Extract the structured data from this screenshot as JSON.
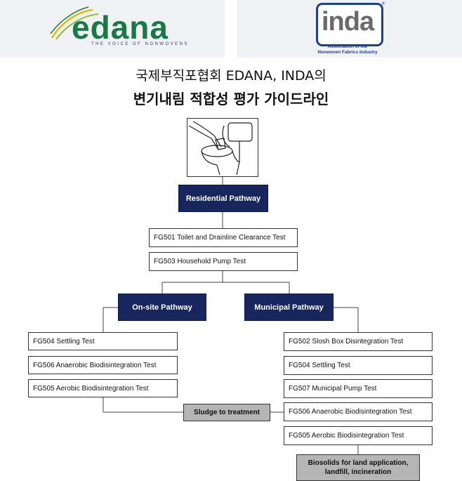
{
  "logos": {
    "edana": {
      "name": "edana",
      "tagline": "THE VOICE OF NONWOVENS",
      "color": "#1a7a45"
    },
    "inda": {
      "name": "inda",
      "registered_mark": "®",
      "subtitle_line1": "Association of the",
      "subtitle_line2": "Nonwoven Fabrics Industry",
      "color": "#1e3f8a"
    }
  },
  "title": {
    "line1": "국제부직포협회 EDANA, INDA의",
    "line2": "변기내림 적합성 평가 가이드라인"
  },
  "flowchart": {
    "residential": "Residential Pathway",
    "residential_tests": [
      "FG501  Toilet and Drainline Clearance Test",
      "FG503  Household Pump Test"
    ],
    "onsite": "On-site Pathway",
    "onsite_tests": [
      "FG504  Settling Test",
      "FG506  Anaerobic Biodisintegration Test",
      "FG505  Aerobic Biodisintegration Test"
    ],
    "municipal": "Municipal Pathway",
    "municipal_tests": [
      "FG502  Slosh Box Disintegration Test",
      "FG504  Settling Test",
      "FG507  Municipal Pump Test",
      "FG506  Anaerobic Biodisintegration Test",
      "FG505  Aerobic Biodisintegration Test"
    ],
    "sludge": "Sludge  to treatment",
    "biosolids_line1": "Biosolids for land application,",
    "biosolids_line2": "landfill, incineration",
    "colors": {
      "pathway_fill": "#17265c",
      "end_fill": "#b5b5b5"
    }
  }
}
